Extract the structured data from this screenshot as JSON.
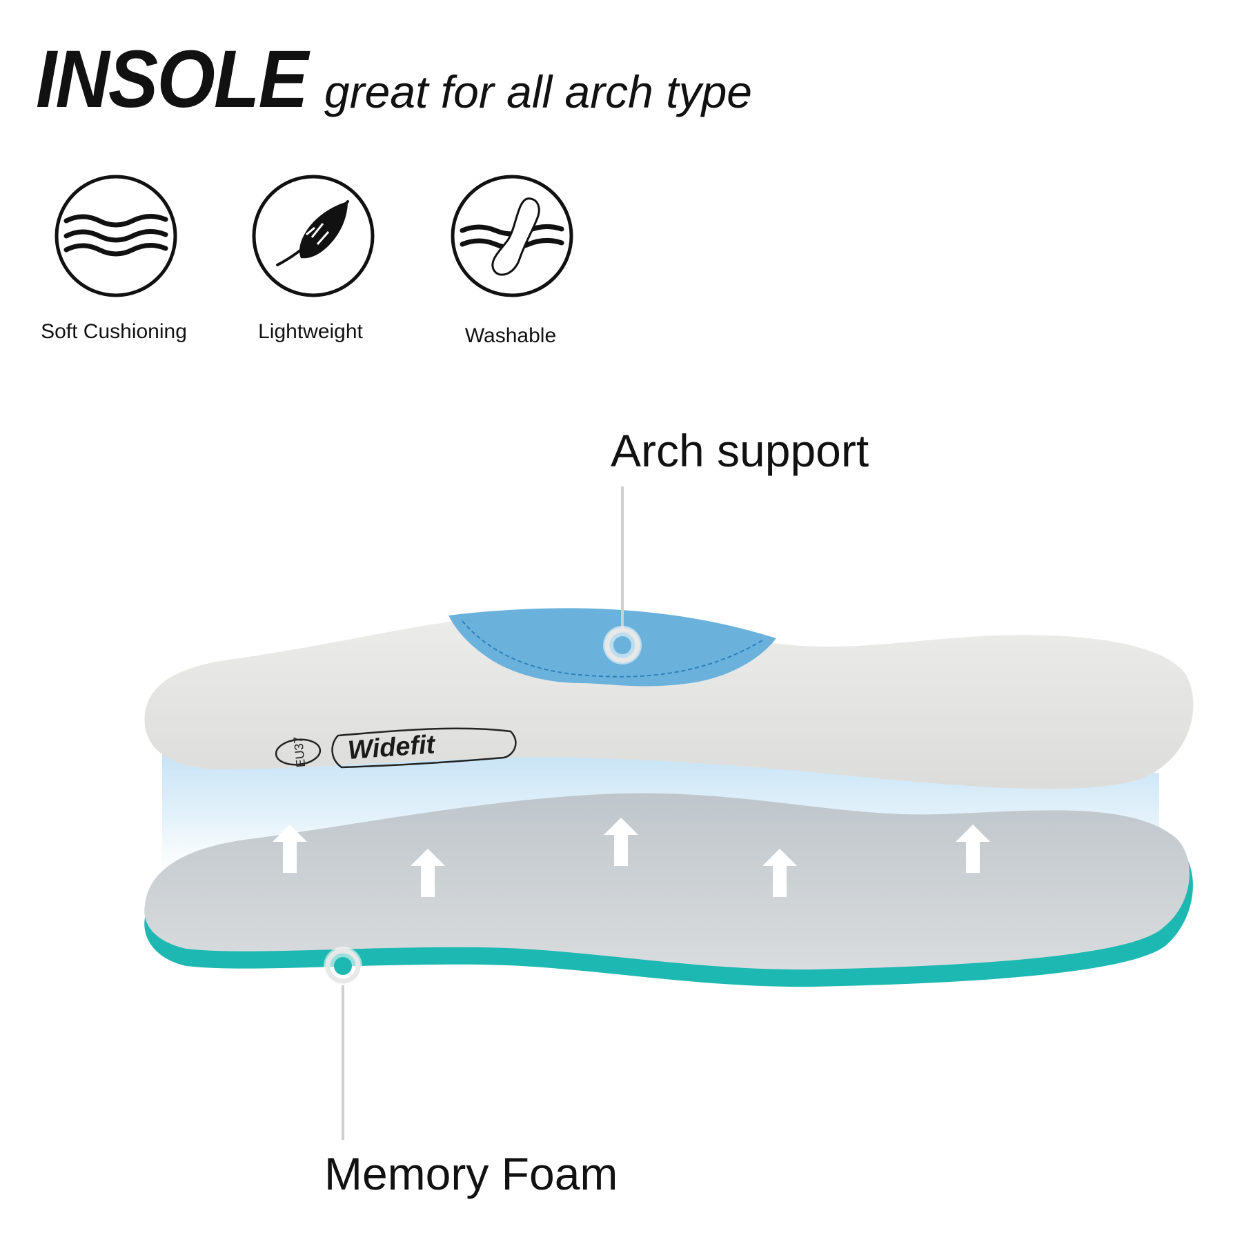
{
  "header": {
    "title": "INSOLE",
    "subtitle": "great for all arch type"
  },
  "features": [
    {
      "label": "Soft Cushioning",
      "icon": "waves-icon"
    },
    {
      "label": "Lightweight",
      "icon": "feather-icon"
    },
    {
      "label": "Washable",
      "icon": "wash-insole-icon"
    }
  ],
  "callouts": {
    "arch_support": "Arch support",
    "memory_foam": "Memory Foam"
  },
  "insole": {
    "brand": "Widefit",
    "size_mark": "EU37"
  },
  "colors": {
    "top_layer": "#e4e4e2",
    "arch_pad": "#6ab2dc",
    "bottom_layer": "#cfd3d6",
    "foam_base": "#1eb8b3",
    "glow": "#cfe6f5",
    "text": "#111111"
  }
}
